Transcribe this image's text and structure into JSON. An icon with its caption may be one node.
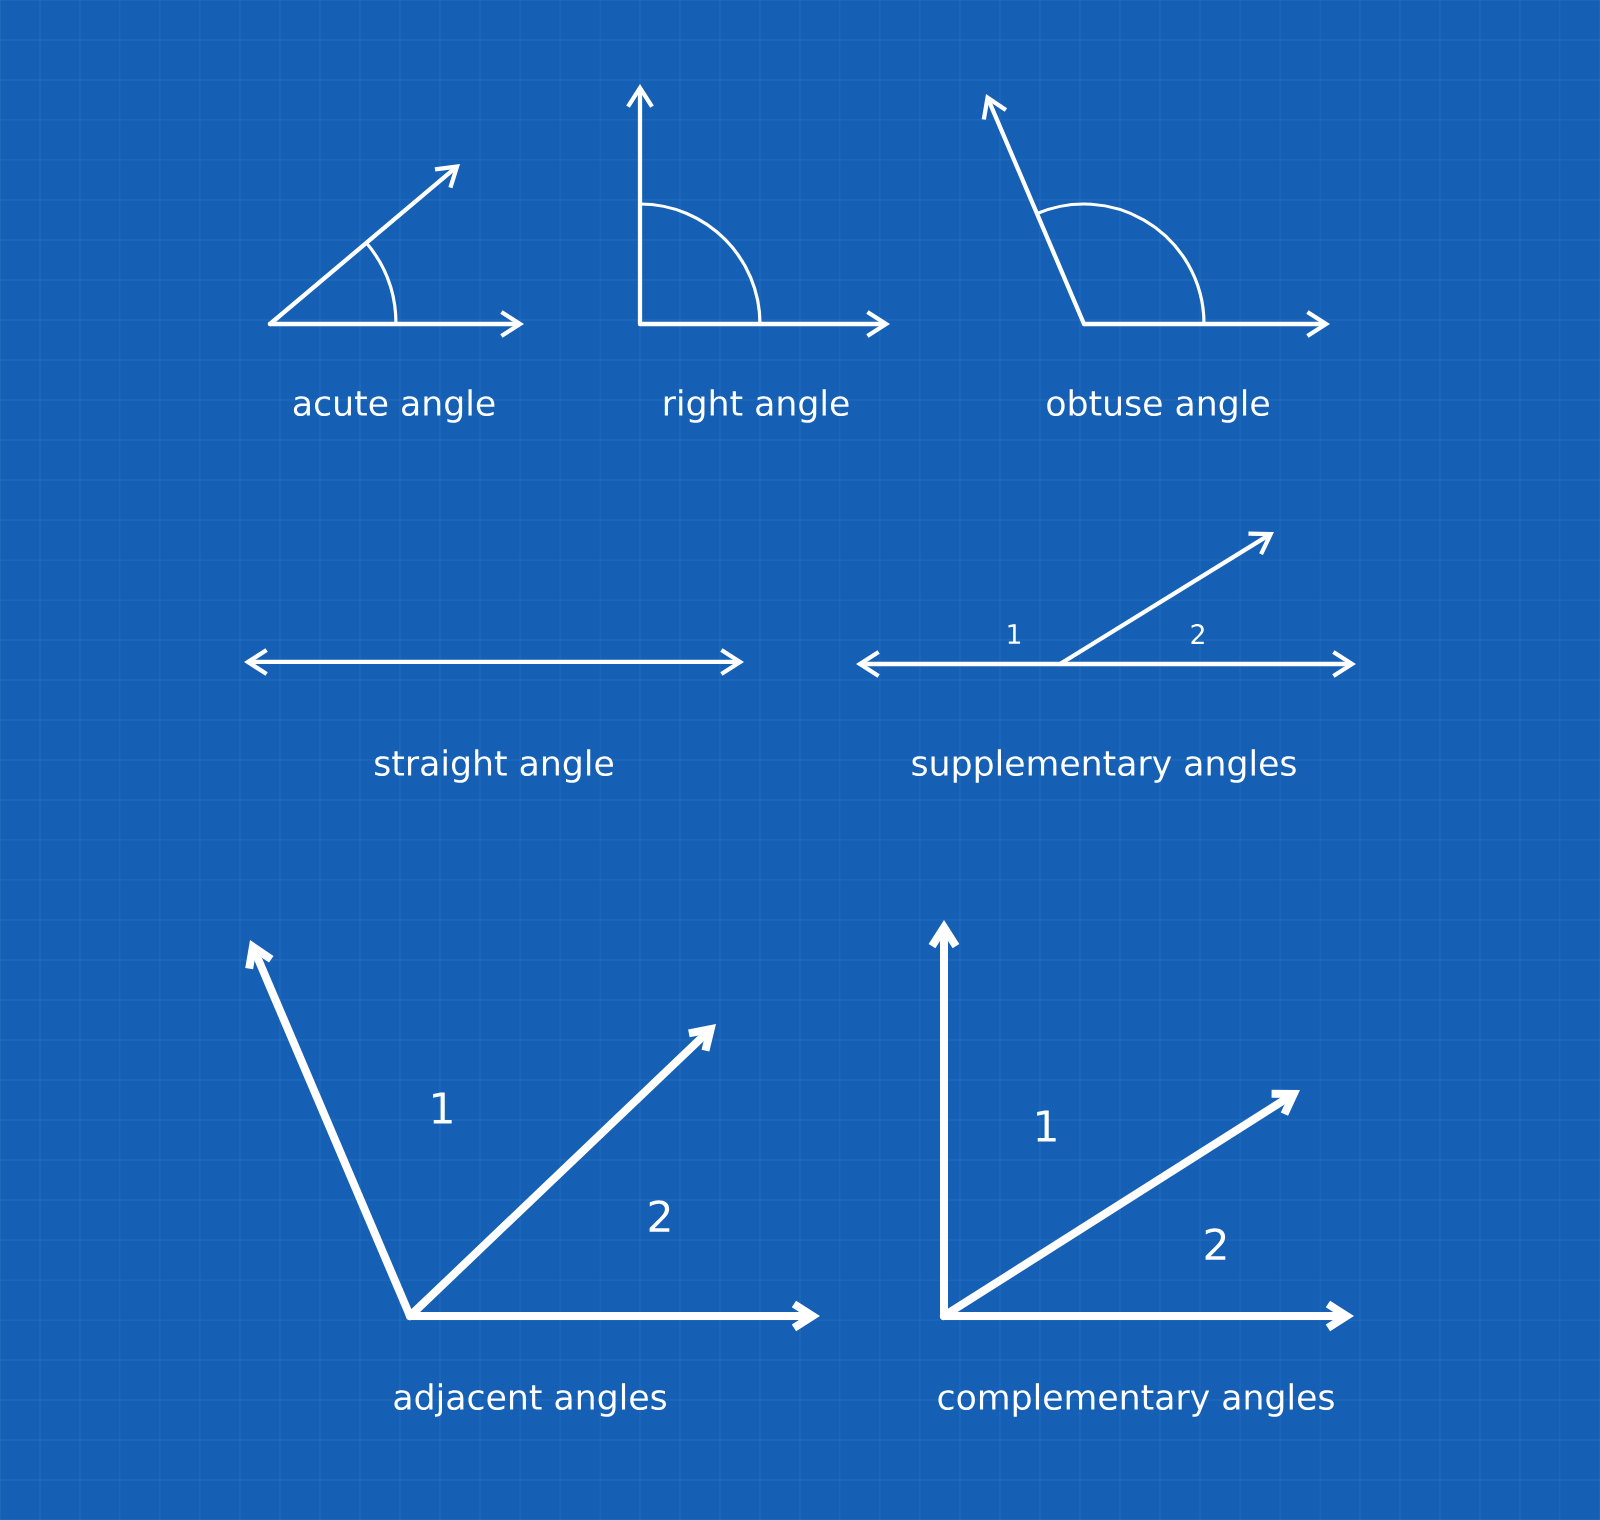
{
  "diagram": {
    "labels": [
      "acute angle",
      "right angle",
      "obtuse angle",
      "1",
      "2",
      "straight angle",
      "supplementary angles",
      "1",
      "1",
      "2",
      "2",
      "adjacent angles",
      "complementary angles"
    ]
  }
}
